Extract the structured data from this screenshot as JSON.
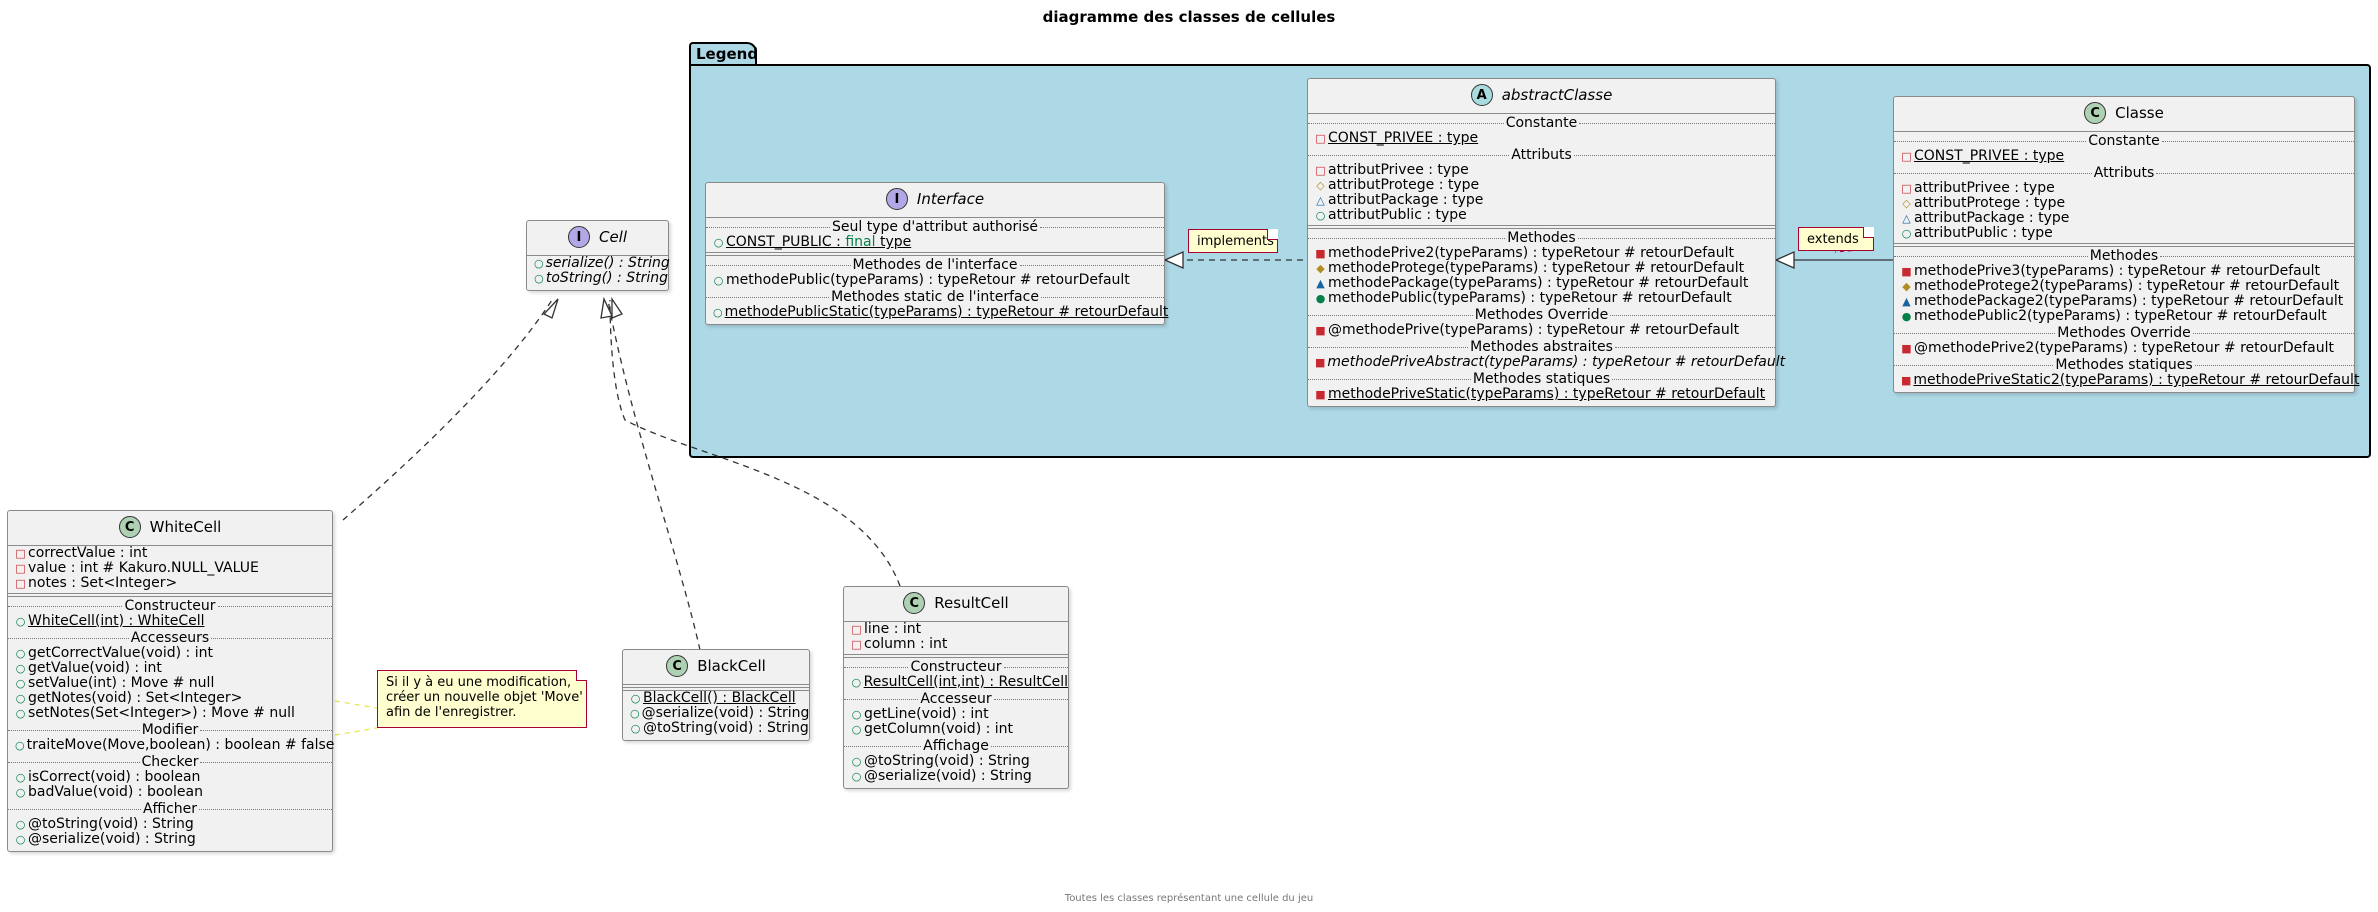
{
  "title": "diagramme des classes de cellules",
  "footer": "Toutes les classes représentant une cellule du jeu",
  "legend": {
    "label": "Legend"
  },
  "classes": {
    "cell": {
      "stereotype": "I",
      "name": "Cell",
      "methods": [
        "serialize() : String",
        "toString() : String"
      ]
    },
    "whitecell": {
      "stereotype": "C",
      "name": "WhiteCell",
      "fields": [
        "correctValue : int",
        "value : int # Kakuro.NULL_VALUE",
        "notes : Set<Integer>"
      ],
      "s_constructeur": "Constructeur",
      "constructor": "WhiteCell(int) : WhiteCell",
      "s_accesseurs": "Accesseurs",
      "accessors": [
        "getCorrectValue(void) : int",
        "getValue(void) : int",
        "setValue(int) : Move # null",
        "getNotes(void) : Set<Integer>",
        "setNotes(Set<Integer>) : Move # null"
      ],
      "s_modifier": "Modifier",
      "modifier": "traiteMove(Move,boolean) : boolean # false",
      "s_checker": "Checker",
      "checker": [
        "isCorrect(void) : boolean",
        "badValue(void) : boolean"
      ],
      "s_afficher": "Afficher",
      "display": [
        "@toString(void) : String",
        "@serialize(void) : String"
      ]
    },
    "blackcell": {
      "stereotype": "C",
      "name": "BlackCell",
      "methods": [
        "BlackCell() : BlackCell",
        "@serialize(void) : String",
        "@toString(void) : String"
      ]
    },
    "resultcell": {
      "stereotype": "C",
      "name": "ResultCell",
      "fields": [
        "line : int",
        "column : int"
      ],
      "s_constructeur": "Constructeur",
      "constructor": "ResultCell(int,int) : ResultCell",
      "s_accesseur": "Accesseur",
      "accessors": [
        "getLine(void) : int",
        "getColumn(void) : int"
      ],
      "s_affichage": "Affichage",
      "display": [
        "@toString(void) : String",
        "@serialize(void) : String"
      ]
    },
    "interface": {
      "stereotype": "I",
      "name": "Interface",
      "s_type": "Seul type d'attribut authorisé",
      "const_name": "CONST_PUBLIC :",
      "const_final": "final",
      "const_type": "type",
      "s_methodes": "Methodes de l'interface",
      "method": "methodePublic(typeParams) : typeRetour # retourDefault",
      "s_static": "Methodes static de l'interface",
      "static_method": "methodePublicStatic(typeParams) : typeRetour # retourDefault"
    },
    "abstract": {
      "stereotype": "A",
      "name": "abstractClasse",
      "s_constante": "Constante",
      "constant": "CONST_PRIVEE : type",
      "s_attributs": "Attributs",
      "attributes": [
        "attributPrivee : type",
        "attributProtege : type",
        "attributPackage : type",
        "attributPublic : type"
      ],
      "s_methodes": "Methodes",
      "methods": [
        "methodePrive2(typeParams) : typeRetour # retourDefault",
        "methodeProtege(typeParams) : typeRetour # retourDefault",
        "methodePackage(typeParams) : typeRetour # retourDefault",
        "methodePublic(typeParams) : typeRetour # retourDefault"
      ],
      "s_override": "Methodes Override",
      "override": "@methodePrive(typeParams) : typeRetour # retourDefault",
      "s_abstraites": "Methodes abstraites",
      "abstract_method": "methodePriveAbstract(typeParams) : typeRetour # retourDefault",
      "s_statiques": "Methodes statiques",
      "static_method": "methodePriveStatic(typeParams) : typeRetour # retourDefault"
    },
    "classe": {
      "stereotype": "C",
      "name": "Classe",
      "s_constante": "Constante",
      "constant": "CONST_PRIVEE : type",
      "s_attributs": "Attributs",
      "attributes": [
        "attributPrivee : type",
        "attributProtege : type",
        "attributPackage : type",
        "attributPublic : type"
      ],
      "s_methodes": "Methodes",
      "methods": [
        "methodePrive3(typeParams) : typeRetour # retourDefault",
        "methodeProtege2(typeParams) : typeRetour # retourDefault",
        "methodePackage2(typeParams) : typeRetour # retourDefault",
        "methodePublic2(typeParams) : typeRetour # retourDefault"
      ],
      "s_override": "Methodes Override",
      "override": "@methodePrive2(typeParams) : typeRetour # retourDefault",
      "s_statiques": "Methodes statiques",
      "static_method": "methodePriveStatic2(typeParams) : typeRetour # retourDefault"
    }
  },
  "notes": {
    "implements": "implements",
    "extends": "extends",
    "move_line1": "Si il y à eu une modification,",
    "move_line2": "créer un nouvelle objet 'Move'",
    "move_line3": "afin de l'enregistrer."
  },
  "colors": {
    "legend_background": "#add8e6",
    "class_background": "#f1f1f1",
    "note_background": "#fefece",
    "private": "#c82930",
    "protected": "#b38d22",
    "package": "#1963a0",
    "public": "#038048"
  }
}
